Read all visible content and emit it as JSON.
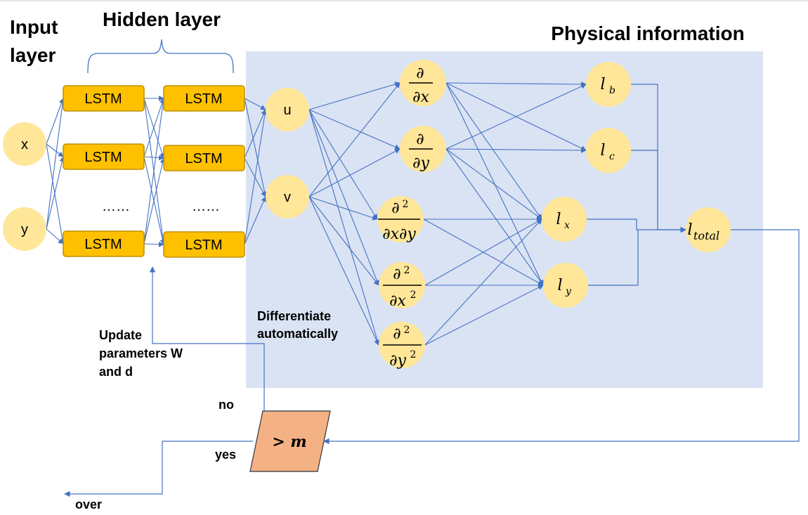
{
  "headers": {
    "input_layer": [
      "Input",
      "layer"
    ],
    "hidden_layer": "Hidden layer",
    "physical_information": "Physical information"
  },
  "inputs": {
    "x": "x",
    "y": "y"
  },
  "lstm": {
    "cell_label": "LSTM",
    "ellipsis": "……"
  },
  "outputs": {
    "u": "u",
    "v": "v"
  },
  "derivatives": {
    "partial": "∂",
    "partial_sq": "∂",
    "sq": "2",
    "x": "x",
    "y": "y",
    "dxdy": "∂x∂y",
    "dx": "∂x",
    "dy": "∂y"
  },
  "losses": {
    "l": "l",
    "b": "b",
    "c": "c",
    "x": "x",
    "y": "y",
    "total": "total"
  },
  "decision": {
    "label": "> m"
  },
  "annotations": {
    "update": [
      "Update",
      "parameters W",
      "and d"
    ],
    "differentiate": [
      "Differentiate",
      "automatically"
    ],
    "no": "no",
    "yes": "yes",
    "over": "over"
  },
  "colors": {
    "lstm_fill": "#ffc000",
    "lstm_stroke": "#bf8f00",
    "node_fill": "#ffe699",
    "panel_fill": "#dae3f3",
    "arrow": "#4472c4",
    "decision_fill": "#f4b183",
    "decision_stroke": "#2f3542"
  }
}
